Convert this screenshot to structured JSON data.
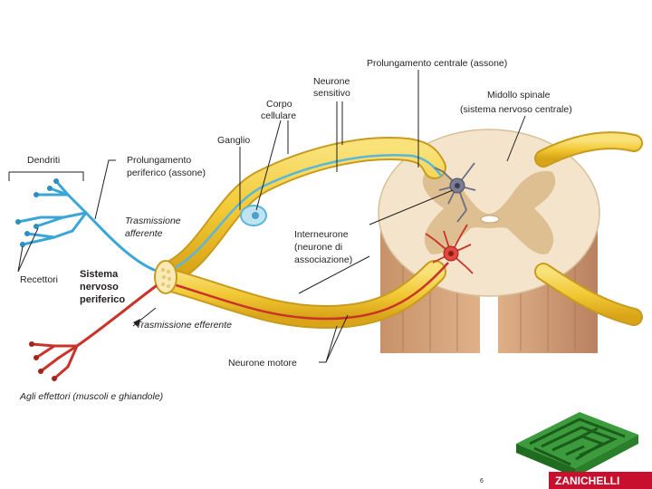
{
  "labels": {
    "prolungamento_centrale": "Prolungamento centrale (assone)",
    "neurone_sensitivo_1": "Neurone",
    "neurone_sensitivo_2": "sensitivo",
    "corpo_cellulare_1": "Corpo",
    "corpo_cellulare_2": "cellulare",
    "ganglio": "Ganglio",
    "midollo_spinale_1": "Midollo spinale",
    "midollo_spinale_2": "(sistema nervoso centrale)",
    "dendriti": "Dendriti",
    "prolungamento_periferico_1": "Prolungamento",
    "prolungamento_periferico_2": "periferico (assone)",
    "trasmissione_afferente_1": "Trasmissione",
    "trasmissione_afferente_2": "afferente",
    "interneurone_1": "Interneurone",
    "interneurone_2": "(neurone di",
    "interneurone_3": "associazione)",
    "recettori": "Recettori",
    "sistema_1": "Sistema",
    "sistema_2": "nervoso",
    "sistema_3": "periferico",
    "trasmissione_efferente": "Trasmissione efferente",
    "neurone_motore": "Neurone motore",
    "effettori": "Agli effettori (muscoli e ghiandole)"
  },
  "footer": {
    "page_number": "6",
    "publisher": "ZANICHELLI"
  },
  "colors": {
    "nerve_yellow": "#f2cc3a",
    "sensory_blue": "#5bb6dc",
    "motor_red": "#c8332a",
    "spinal_tissue": "#f1e1c6",
    "grey_matter": "#d8b888",
    "publisher_red": "#c8102e",
    "maze_green": "#2f8a2f"
  }
}
